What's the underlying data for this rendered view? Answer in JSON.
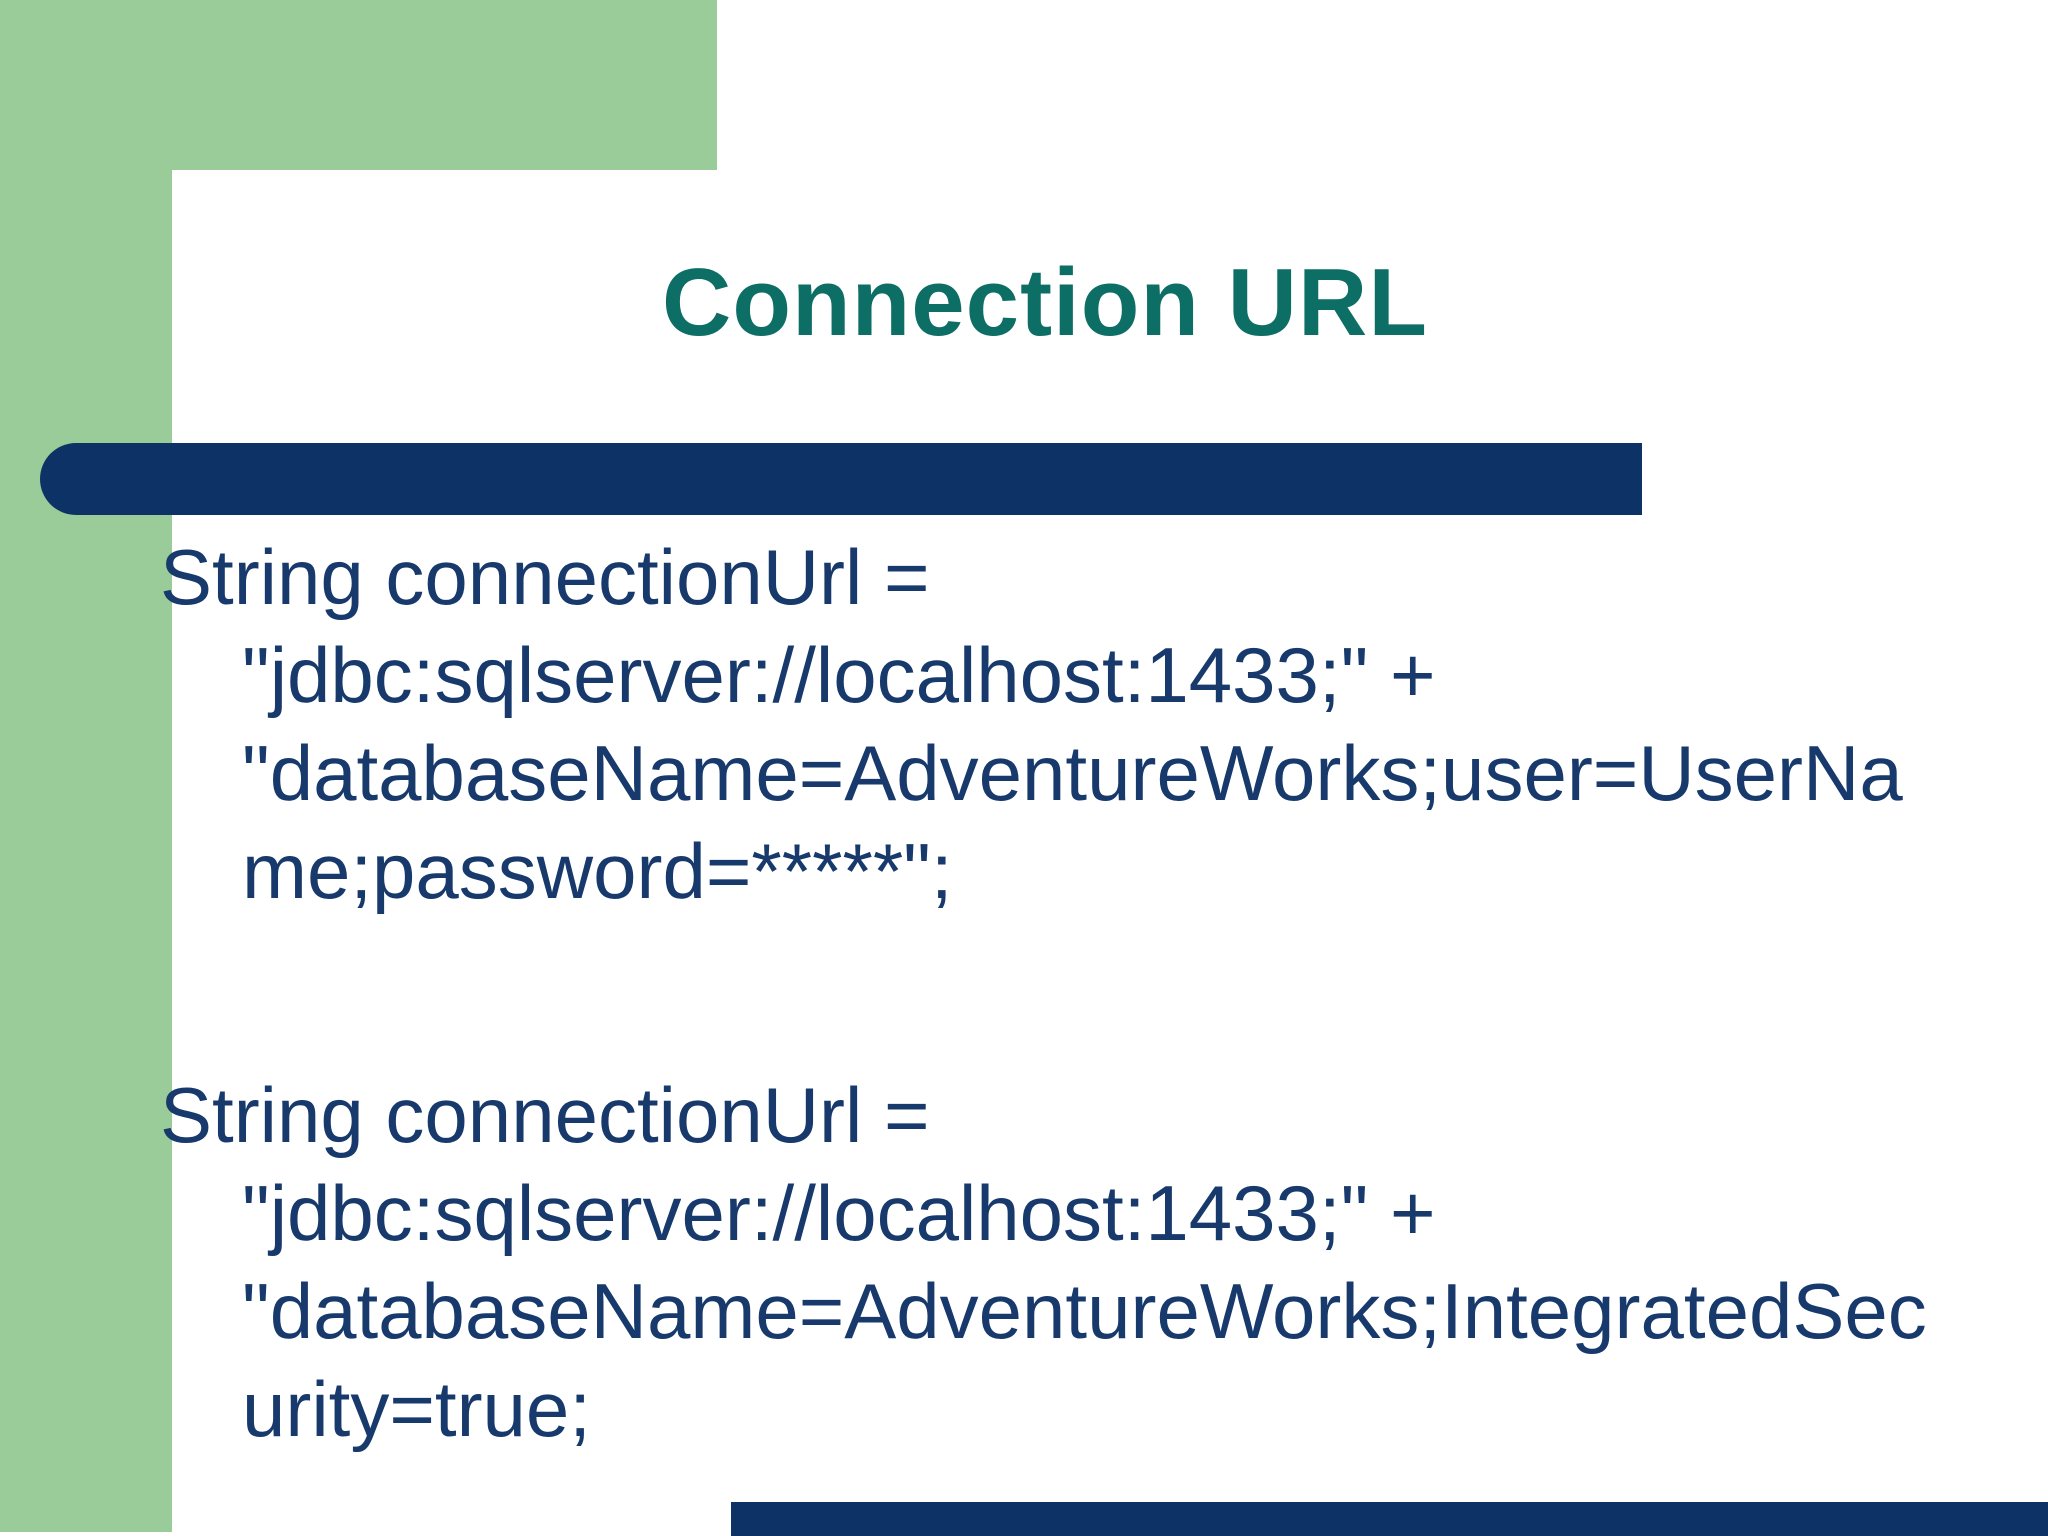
{
  "slide": {
    "title": "Connection URL",
    "code_blocks": [
      {
        "lines": [
          "String connectionUrl =",
          "\"jdbc:sqlserver://localhost:1433;\" +",
          "\"databaseName=AdventureWorks;user=UserNa",
          "me;password=*****\";"
        ]
      },
      {
        "lines": [
          "String connectionUrl =",
          "\"jdbc:sqlserver://localhost:1433;\" +",
          "\"databaseName=AdventureWorks;IntegratedSec",
          "urity=true;"
        ]
      }
    ],
    "colors": {
      "accent_green": "#99CC99",
      "accent_navy": "#0D3366",
      "title_teal": "#0D6E66",
      "body_text": "#17396B",
      "background": "#FFFFFF"
    }
  }
}
